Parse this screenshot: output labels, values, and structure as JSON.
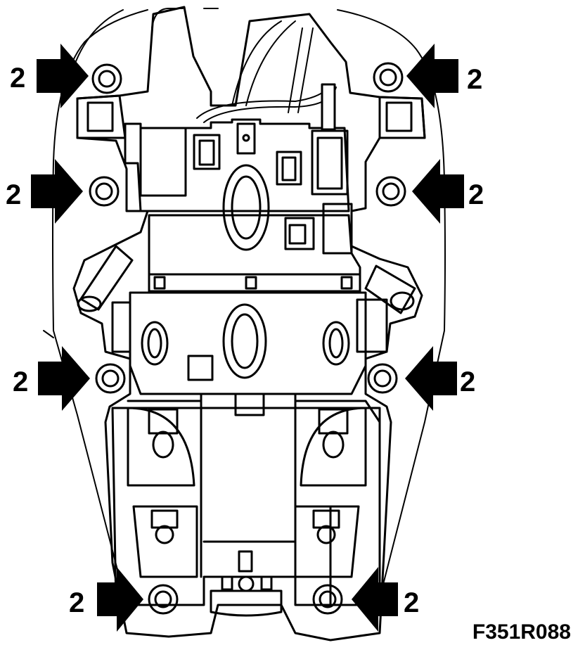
{
  "figure_id": "F351R088",
  "callouts": [
    {
      "id": "top-left",
      "label": "2"
    },
    {
      "id": "top-right",
      "label": "2"
    },
    {
      "id": "upper-left",
      "label": "2"
    },
    {
      "id": "upper-right",
      "label": "2"
    },
    {
      "id": "lower-left",
      "label": "2"
    },
    {
      "id": "lower-right",
      "label": "2"
    },
    {
      "id": "bottom-left",
      "label": "2"
    },
    {
      "id": "bottom-right",
      "label": "2"
    }
  ]
}
